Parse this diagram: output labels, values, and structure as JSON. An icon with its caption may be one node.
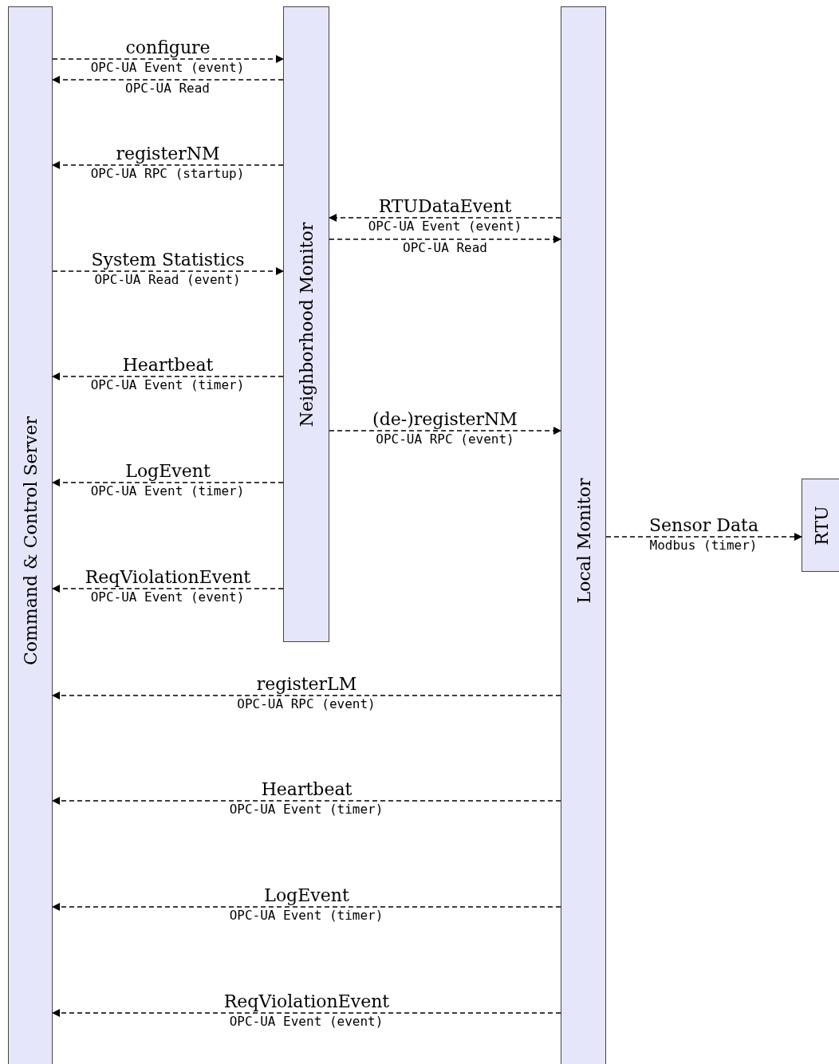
{
  "diagram": {
    "nodes": [
      {
        "text": [
          "Command & Control Server"
        ]
      },
      {
        "text": [
          "Neighborhood Monitor"
        ]
      },
      {
        "text": [
          "Local Monitor"
        ]
      },
      {
        "text": [
          "RTU"
        ]
      }
    ],
    "edges": [
      {
        "from": 0,
        "to": 1,
        "arrow": "to",
        "label": "configure"
      },
      {
        "from": 1,
        "to": 0,
        "arrow": "to"
      },
      {
        "from": 1,
        "to": 0,
        "arrow": "to",
        "label": "registerNM"
      },
      {
        "from": 2,
        "to": 1,
        "arrow": "to",
        "label": "RTUDataEvent"
      },
      {
        "from": 1,
        "to": 2,
        "arrow": "to"
      },
      {
        "from": 0,
        "to": 1,
        "arrow": "to",
        "label": "System Statistics"
      },
      {
        "from": 1,
        "to": 0,
        "arrow": "to",
        "label": "Heartbeat"
      },
      {
        "from": 1,
        "to": 2,
        "arrow": "to",
        "label": "(de-)registerNM"
      },
      {
        "from": 1,
        "to": 0,
        "arrow": "to",
        "label": "LogEvent"
      },
      {
        "from": 2,
        "to": 3,
        "arrow": "to",
        "label": "Sensor Data"
      },
      {
        "from": 1,
        "to": 0,
        "arrow": "to",
        "label": "ReqViolationEvent"
      },
      {
        "from": 2,
        "to": 0,
        "arrow": "to",
        "label": "registerLM"
      },
      {
        "from": 2,
        "to": 0,
        "arrow": "to",
        "label": "Heartbeat"
      },
      {
        "from": 2,
        "to": 0,
        "arrow": "to",
        "label": "LogEvent"
      },
      {
        "from": 2,
        "to": 0,
        "arrow": "to",
        "label": "ReqViolationEvent"
      }
    ],
    "labels": [
      "OPC-UA Event (event)",
      "OPC-UA Read",
      "OPC-UA RPC (startup)",
      "OPC-UA Event (event)",
      "OPC-UA Read",
      "OPC-UA Read (event)",
      "OPC-UA Event (timer)",
      "OPC-UA RPC (event)",
      "OPC-UA Event (timer)",
      "Modbus (timer)",
      "OPC-UA Event (event)",
      "OPC-UA RPC (event)",
      "OPC-UA Event (timer)",
      "OPC-UA Event (timer)",
      "OPC-UA Event (event)"
    ]
  }
}
